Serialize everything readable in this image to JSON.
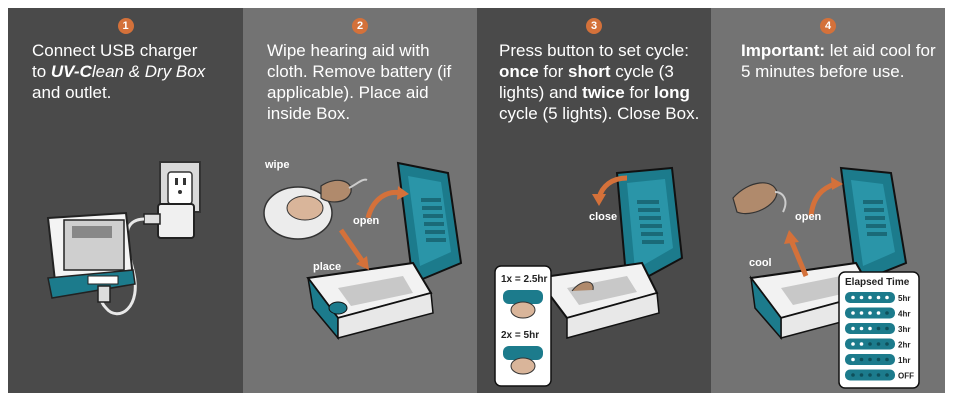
{
  "steps": [
    {
      "number": "1",
      "line1": "Connect USB charger",
      "line2_prefix": "to ",
      "brand_bold": "UV-C",
      "brand_rest": "lean & Dry Box",
      "line3": "and outlet."
    },
    {
      "number": "2",
      "text": "Wipe hearing aid with cloth. Remove battery (if applicable). Place aid inside Box.",
      "labels": {
        "wipe": "wipe",
        "open": "open",
        "place": "place"
      }
    },
    {
      "number": "3",
      "t1": "Press button to set cycle:",
      "once": "once",
      "t2": " for ",
      "short": "short",
      "t3": " cycle (3 lights) and ",
      "twice": "twice",
      "t4": " for ",
      "long": "long",
      "t5": " cycle (5 lights). Close Box.",
      "labels": {
        "close": "close"
      },
      "inset": {
        "once_label": "1x = 2.5hr",
        "twice_label": "2x = 5hr"
      }
    },
    {
      "number": "4",
      "important": "Important:",
      "text": " let aid cool for 5 minutes before use.",
      "labels": {
        "cool": "cool",
        "open": "open"
      },
      "elapsed": {
        "title": "Elapsed Time",
        "rows": [
          "5hr",
          "4hr",
          "3hr",
          "2hr",
          "1hr",
          "OFF"
        ],
        "lit_counts": [
          5,
          4,
          3,
          2,
          1,
          0
        ]
      }
    }
  ],
  "colors": {
    "accent_orange": "#d4713a",
    "teal": "#1c7b8c",
    "panel_dark": "#4a4a4a",
    "panel_light": "#737373"
  }
}
